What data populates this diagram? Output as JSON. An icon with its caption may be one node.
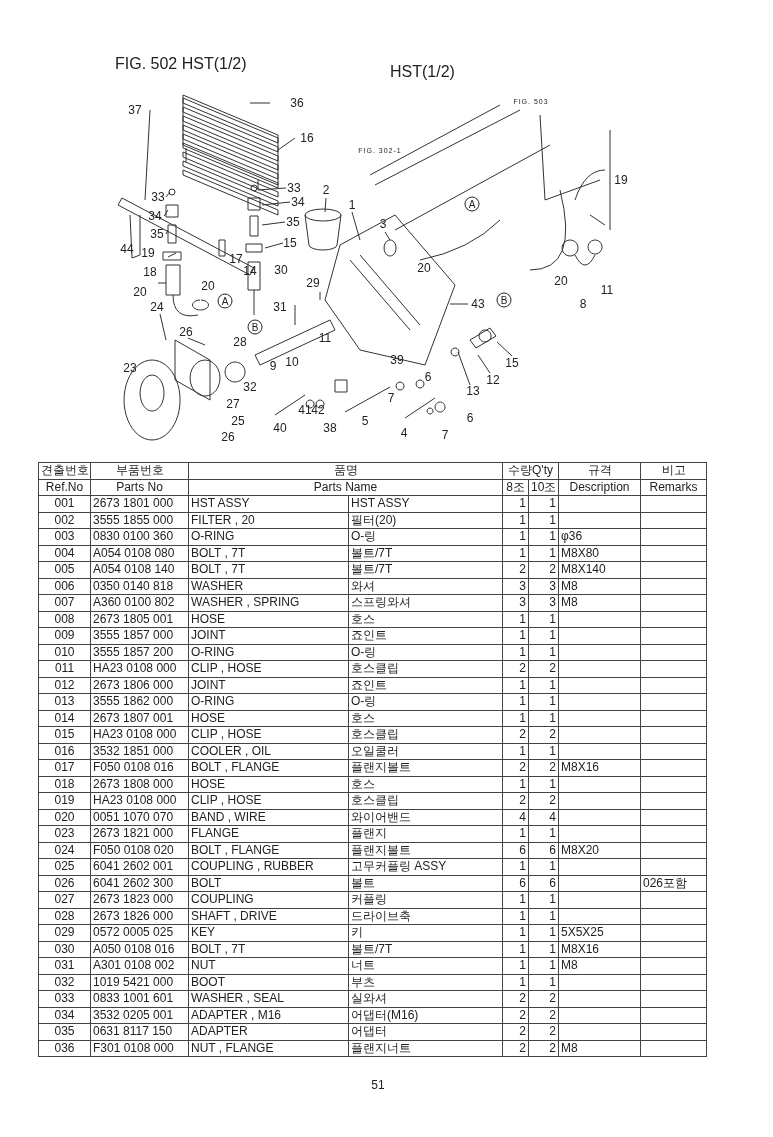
{
  "diagram": {
    "title": "FIG. 502 HST(1/2)",
    "labels": [
      "HST(1/2)",
      "37",
      "36",
      "16",
      "33",
      "34",
      "35",
      "44",
      "19",
      "17",
      "33",
      "34",
      "35",
      "15",
      "2",
      "1",
      "3",
      "14",
      "30",
      "29",
      "18",
      "20",
      "20",
      "A",
      "31",
      "B",
      "24",
      "26",
      "28",
      "11",
      "10",
      "9",
      "39",
      "23",
      "32",
      "27",
      "41",
      "42",
      "40",
      "38",
      "5",
      "4",
      "7",
      "6",
      "6",
      "7",
      "25",
      "26",
      "13",
      "12",
      "15",
      "43",
      "B",
      "20",
      "20",
      "8",
      "11",
      "19",
      "A",
      "FIG. 503",
      "FIG. 302-1",
      "견출번호",
      "부품번호",
      "품명",
      "수량Q'ty",
      "규격",
      "비고",
      "Ref.No",
      "Parts No",
      "Parts Name",
      "8조",
      "10조",
      "Description",
      "Remarks",
      "001",
      "2673 1801 000",
      "HST ASSY",
      "HST ASSY",
      "1",
      "1",
      "002",
      "3555 1855 000",
      "FILTER , 20",
      "필터(20)",
      "1",
      "1",
      "003",
      "0830 0100 360",
      "O-RING",
      "O-링",
      "1",
      "1",
      "φ36",
      "004",
      "A054 0108 080",
      "BOLT , 7T",
      "볼트/7T",
      "1",
      "1",
      "M8X80",
      "005",
      "A054 0108 140",
      "BOLT , 7T",
      "볼트/7T",
      "2",
      "2",
      "M8X140",
      "006",
      "0350 0140 818",
      "WASHER",
      "와셔",
      "3",
      "3",
      "M8",
      "007",
      "A360 0100 802",
      "WASHER , SPRING",
      "스프링와셔",
      "3",
      "3",
      "M8",
      "008",
      "2673 1805 001",
      "HOSE",
      "호스",
      "1",
      "1",
      "009",
      "3555 1857 000",
      "JOINT",
      "죠인트",
      "1",
      "1",
      "010",
      "3555 1857 200",
      "O-RING",
      "O-링",
      "1",
      "1",
      "011",
      "HA23 0108 000",
      "CLIP , HOSE",
      "호스클립",
      "2",
      "2",
      "012",
      "2673 1806 000",
      "JOINT",
      "죠인트",
      "1",
      "1",
      "013",
      "3555 1862 000",
      "O-RING",
      "O-링",
      "1",
      "1",
      "014",
      "2673 1807 001",
      "HOSE",
      "호스",
      "1",
      "1",
      "015",
      "HA23 0108 000",
      "CLIP , HOSE",
      "호스클립",
      "2",
      "2",
      "016",
      "3532 1851 000",
      "COOLER , OIL",
      "오일쿨러",
      "1",
      "1",
      "017",
      "F050 0108 016",
      "BOLT , FLANGE",
      "플랜지볼트",
      "2",
      "2",
      "M8X16",
      "018",
      "2673 1808 000",
      "HOSE",
      "호스",
      "1",
      "1",
      "019",
      "HA23 0108 000",
      "CLIP , HOSE",
      "호스클립",
      "2",
      "2",
      "020",
      "0051 1070 070",
      "BAND , WIRE",
      "와이어밴드",
      "4",
      "4",
      "023",
      "2673 1821 000",
      "FLANGE",
      "플랜지",
      "1",
      "1",
      "024",
      "F050 0108 020",
      "BOLT , FLANGE",
      "플랜지볼트",
      "6",
      "6",
      "M8X20",
      "025",
      "6041 2602 001",
      "COUPLING , RUBBER",
      "고무커플링 ASSY",
      "1",
      "1",
      "026",
      "6041 2602 300",
      "BOLT",
      "볼트",
      "6",
      "6",
      "026포함",
      "027",
      "2673 1823 000",
      "COUPLING",
      "커플링",
      "1",
      "1",
      "028",
      "2673 1826 000",
      "SHAFT , DRIVE",
      "드라이브축",
      "1",
      "1",
      "029",
      "0572 0005 025",
      "KEY",
      "키",
      "1",
      "1",
      "5X5X25",
      "030",
      "A050 0108 016",
      "BOLT , 7T",
      "볼트/7T",
      "1",
      "1",
      "M8X16",
      "031",
      "A301 0108 002",
      "NUT",
      "너트",
      "1",
      "1",
      "M8",
      "032",
      "1019 5421 000",
      "BOOT",
      "부츠",
      "1",
      "1",
      "033",
      "0833 1001 601",
      "WASHER , SEAL",
      "실와셔",
      "2",
      "2",
      "034",
      "3532 0205 001",
      "ADAPTER , M16",
      "어댑터(M16)",
      "2",
      "2",
      "035",
      "0631 8117 150",
      "ADAPTER",
      "어댑터",
      "2",
      "2",
      "036",
      "F301 0108 000",
      "NUT , FLANGE",
      "플랜지너트",
      "2",
      "2",
      "M8",
      "51"
    ]
  }
}
